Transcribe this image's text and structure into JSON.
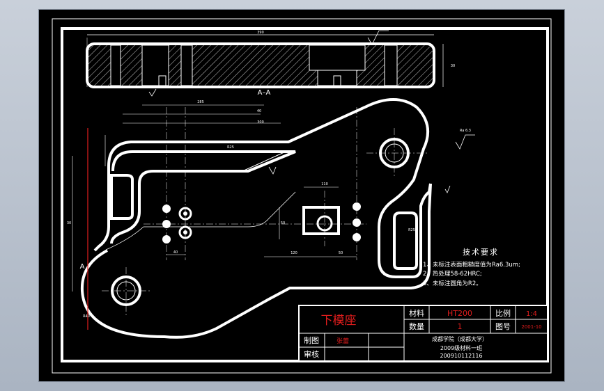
{
  "drawing": {
    "section_label": "A–A",
    "view_marker_a": "A",
    "dims": {
      "overall_width": "390",
      "height_right": "30",
      "d285": "285",
      "d40": "40",
      "d300": "300",
      "r25_top": "R25",
      "r25_right": "R25",
      "r40": "R40",
      "d110": "110",
      "d120": "120",
      "d50": "50",
      "d40_left": "40",
      "d30_left": "30",
      "d50_vert": "50"
    },
    "roughness_mark": "Ra 6.3"
  },
  "tech": {
    "heading": "技术要求",
    "items": [
      "1、未标注表面粗糙度值为Ra6.3um;",
      "2、热处理58-62HRC;",
      "3、未标注圆角为R2。"
    ]
  },
  "titleblock": {
    "part_name": "下模座",
    "material_label": "材料",
    "material_value": "HT200",
    "scale_label": "比例",
    "scale_value": "1:4",
    "qty_label": "数量",
    "qty_value": "1",
    "drawing_no_label": "图号",
    "drawing_no_value": "2001-10",
    "drawn_label": "制图",
    "drawn_value": "张蕾",
    "check_label": "审核",
    "school": "成都学院（成都大学）",
    "class": "2009级材料一班",
    "student_id": "200910112116"
  },
  "colors": {
    "line": "#ffffff",
    "dim": "#ffffff",
    "center": "#ffffff",
    "accent_red": "#e11d1d",
    "sheet": "#000000"
  }
}
